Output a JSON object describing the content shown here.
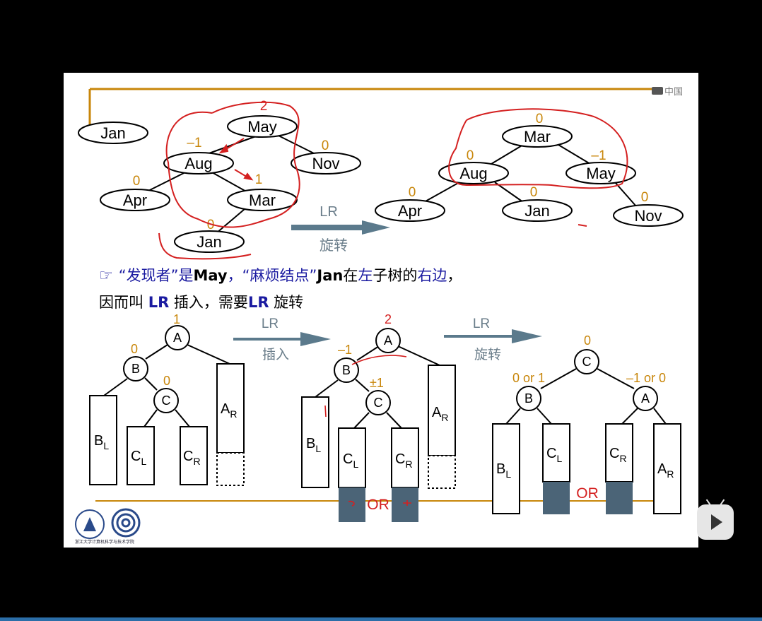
{
  "watermark": "中国",
  "top_left_tree": {
    "nodes": {
      "jan_root": "Jan",
      "may": "May",
      "aug": "Aug",
      "nov": "Nov",
      "apr": "Apr",
      "mar": "Mar",
      "jan_leaf": "Jan"
    },
    "balance": {
      "may": "2",
      "aug": "–1",
      "nov": "0",
      "apr": "0",
      "mar": "1",
      "jan_leaf": "0"
    }
  },
  "top_arrow": {
    "label_top": "LR",
    "label_bottom": "旋转"
  },
  "top_right_tree": {
    "nodes": {
      "mar": "Mar",
      "aug": "Aug",
      "may": "May",
      "apr": "Apr",
      "jan": "Jan",
      "nov": "Nov"
    },
    "balance": {
      "mar": "0",
      "aug": "0",
      "may": "–1",
      "apr": "0",
      "jan": "0",
      "nov": "0"
    }
  },
  "text": {
    "line1_q1": "“发现者”是",
    "line1_may": "May",
    "line1_q2": "，“麻烦结点”",
    "line1_jan": "Jan",
    "line1_in": "在",
    "line1_left": "左",
    "line1_sub": "子树的",
    "line1_right": "右边",
    "line1_end": "，",
    "line2_a": "因而叫 ",
    "line2_lr1": "LR",
    "line2_b": " 插入，需要",
    "line2_lr2": "LR",
    "line2_c": " 旋转"
  },
  "bottom_arrow1": {
    "label_top": "LR",
    "label_bottom": "插入"
  },
  "bottom_arrow2": {
    "label_top": "LR",
    "label_bottom": "旋转"
  },
  "bottom_tree1": {
    "a": "A",
    "b": "B",
    "c": "C",
    "bal_a": "1",
    "bal_b": "0",
    "bal_c": "0"
  },
  "bottom_tree2": {
    "a": "A",
    "b": "B",
    "c": "C",
    "bal_a": "2",
    "bal_b": "–1",
    "bal_c": "±1"
  },
  "bottom_tree3": {
    "a": "A",
    "b": "B",
    "c": "C",
    "bal_c": "0",
    "bal_b": "0 or 1",
    "bal_a": "–1 or 0"
  },
  "subtrees": {
    "b": "B",
    "c": "C",
    "a": "A",
    "sub_l": "L",
    "sub_r": "R"
  },
  "or_label": "OR",
  "logo_caption": "浙江大学计算机科学与技术学院",
  "colors": {
    "orange": "#c8860a",
    "node_blue": "#1a1a9a",
    "arrow": "#5b7a8c",
    "fill_box": "#4b6477",
    "ink_red": "#d42020"
  }
}
